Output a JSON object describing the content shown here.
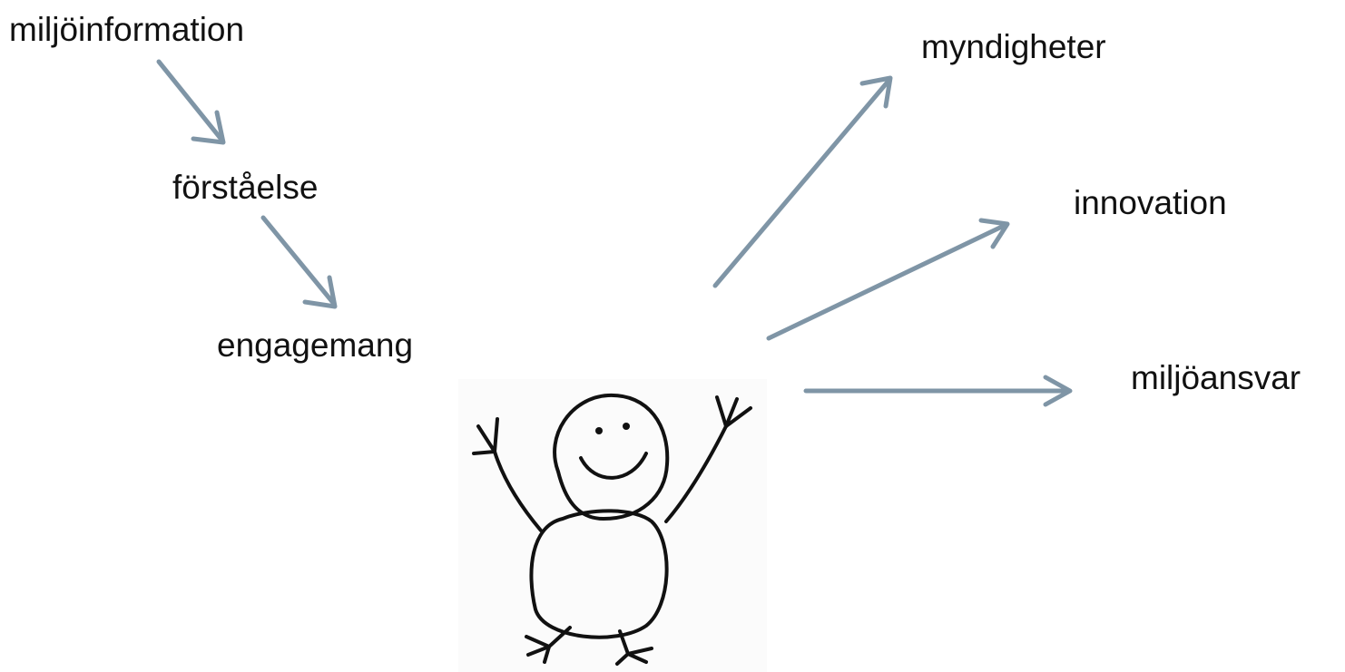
{
  "colors": {
    "arrow": "#7f95a6",
    "text": "#111111",
    "background": "#ffffff"
  },
  "process_chain": [
    {
      "label": "miljöinformation"
    },
    {
      "label": "förståelse"
    },
    {
      "label": "engagemang"
    }
  ],
  "outcomes": [
    {
      "label": "myndigheter"
    },
    {
      "label": "innovation"
    },
    {
      "label": "miljöansvar"
    }
  ],
  "figure": {
    "icon": "stick-figure-person-icon"
  }
}
